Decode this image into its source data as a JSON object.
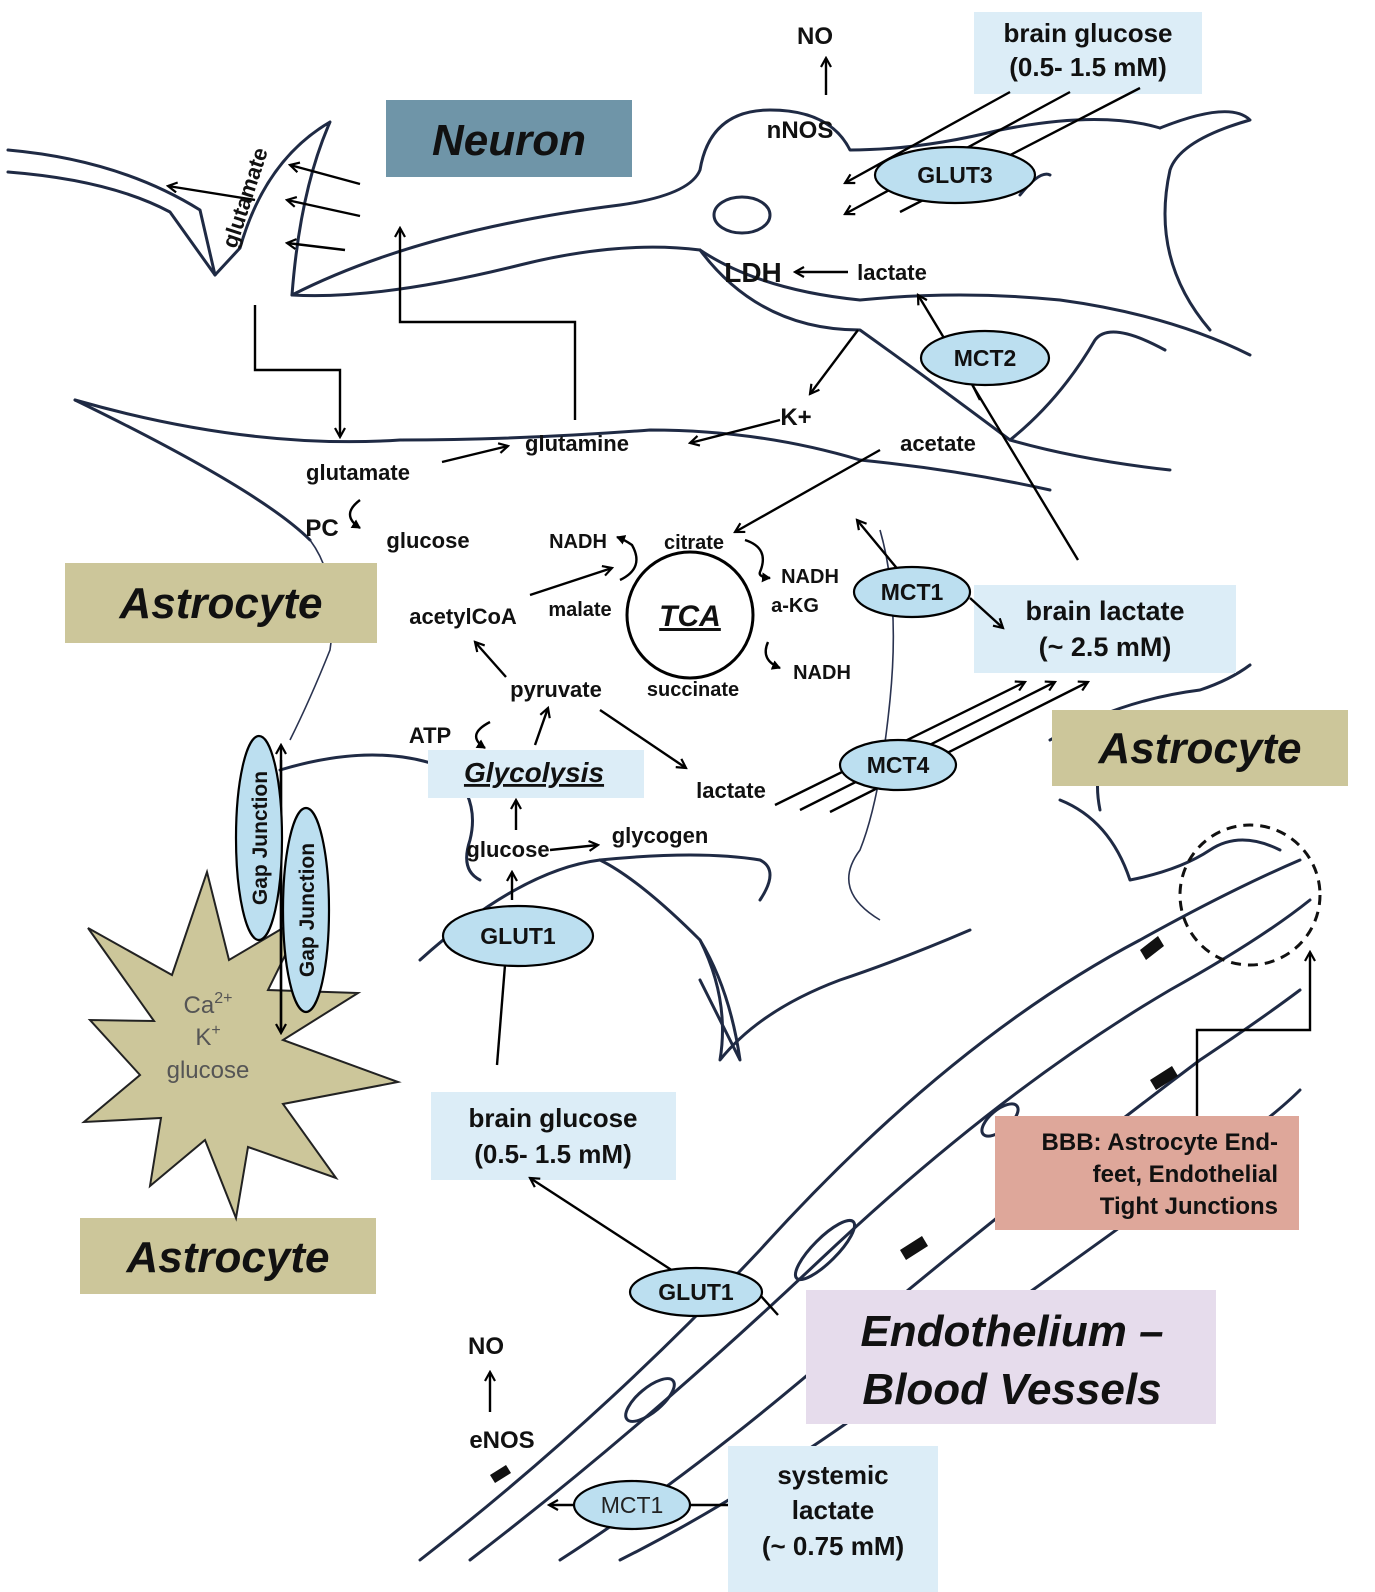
{
  "colors": {
    "outline": "#1f2a44",
    "transporter_fill": "#bcdff0",
    "concentration_box": "#dcedf7",
    "astrocyte_box": "#ccc69a",
    "neuron_box": "#6f95a8",
    "endothelium_box": "#e6dcec",
    "bbb_box": "#dea79a",
    "star_fill": "#ccc69a"
  },
  "titles": {
    "neuron": "Neuron",
    "astrocyte_left": "Astrocyte",
    "astrocyte_right": "Astrocyte",
    "astrocyte_bottom": "Astrocyte",
    "endothelium_line1": "Endothelium –",
    "endothelium_line2": "Blood Vessels"
  },
  "transporters": {
    "glut3": "GLUT3",
    "mct2": "MCT2",
    "mct1_top": "MCT1",
    "mct4": "MCT4",
    "glut1_astro": "GLUT1",
    "glut1_vessel": "GLUT1",
    "mct1_bottom": "MCT1",
    "gap_junction_1": "Gap Junction",
    "gap_junction_2": "Gap Junction"
  },
  "boxes": {
    "brain_glucose_top": [
      "brain glucose",
      "(0.5- 1.5 mM)"
    ],
    "brain_lactate": [
      "brain lactate",
      "(~ 2.5 mM)"
    ],
    "brain_glucose_mid": [
      "brain glucose",
      "(0.5- 1.5 mM)"
    ],
    "systemic_lactate": [
      "systemic",
      "lactate",
      "(~ 0.75 mM)"
    ],
    "bbb": [
      "BBB: Astrocyte End-",
      "feet, Endothelial",
      "Tight Junctions"
    ],
    "star": [
      "Ca",
      "2+",
      "K",
      "+",
      "glucose"
    ]
  },
  "labels": {
    "no_top": "NO",
    "nnos": "nNOS",
    "ldh": "LDH",
    "lactate_neuron": "lactate",
    "glutamate_vertical": "glutamate",
    "k_plus": "K+",
    "acetate": "acetate",
    "glutamine": "glutamine",
    "glutamate": "glutamate",
    "pc": "PC",
    "glucose_pc": "glucose",
    "nadh_left": "NADH",
    "citrate": "citrate",
    "nadh_right1": "NADH",
    "akg": "a-KG",
    "malate": "malate",
    "tca": "TCA",
    "acetylcoa": "acetylCoA",
    "pyruvate": "pyruvate",
    "succinate": "succinate",
    "nadh_right2": "NADH",
    "atp": "ATP",
    "glycolysis": "Glycolysis",
    "lactate_astro": "lactate",
    "glucose_astro": "glucose",
    "glycogen": "glycogen",
    "no_bottom": "NO",
    "enos": "eNOS"
  }
}
